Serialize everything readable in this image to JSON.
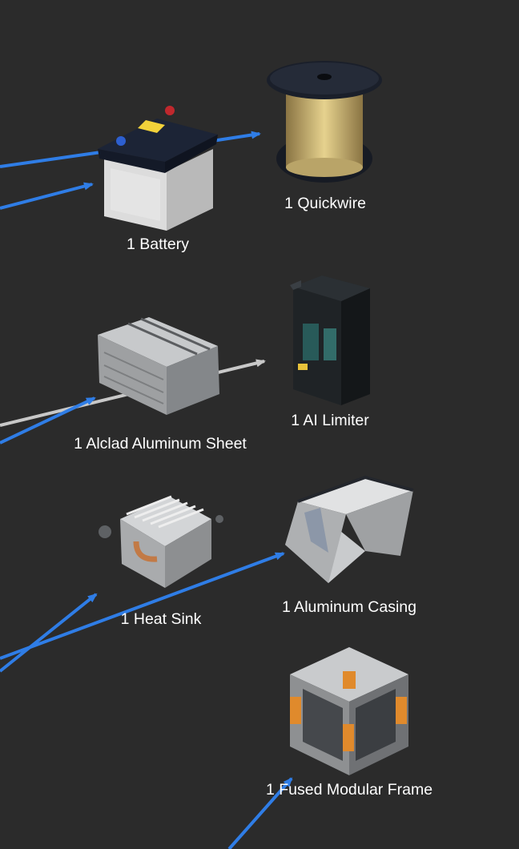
{
  "colors": {
    "background": "#2b2b2b",
    "arrow_blue": "#2f7de6",
    "arrow_gray": "#c8c8c8",
    "label": "#ffffff"
  },
  "items": [
    {
      "id": "battery",
      "label": "1 Battery",
      "icon": "battery-icon"
    },
    {
      "id": "quickwire",
      "label": "1 Quickwire",
      "icon": "quickwire-spool-icon"
    },
    {
      "id": "alclad",
      "label": "1 Alclad Aluminum Sheet",
      "icon": "alclad-sheet-stack-icon"
    },
    {
      "id": "ai-limiter",
      "label": "1 AI Limiter",
      "icon": "ai-limiter-icon"
    },
    {
      "id": "heat-sink",
      "label": "1 Heat Sink",
      "icon": "heat-sink-icon"
    },
    {
      "id": "aluminum-casing",
      "label": "1 Aluminum Casing",
      "icon": "aluminum-casing-icon"
    },
    {
      "id": "fused-frame",
      "label": "1 Fused Modular Frame",
      "icon": "fused-modular-frame-icon"
    }
  ]
}
